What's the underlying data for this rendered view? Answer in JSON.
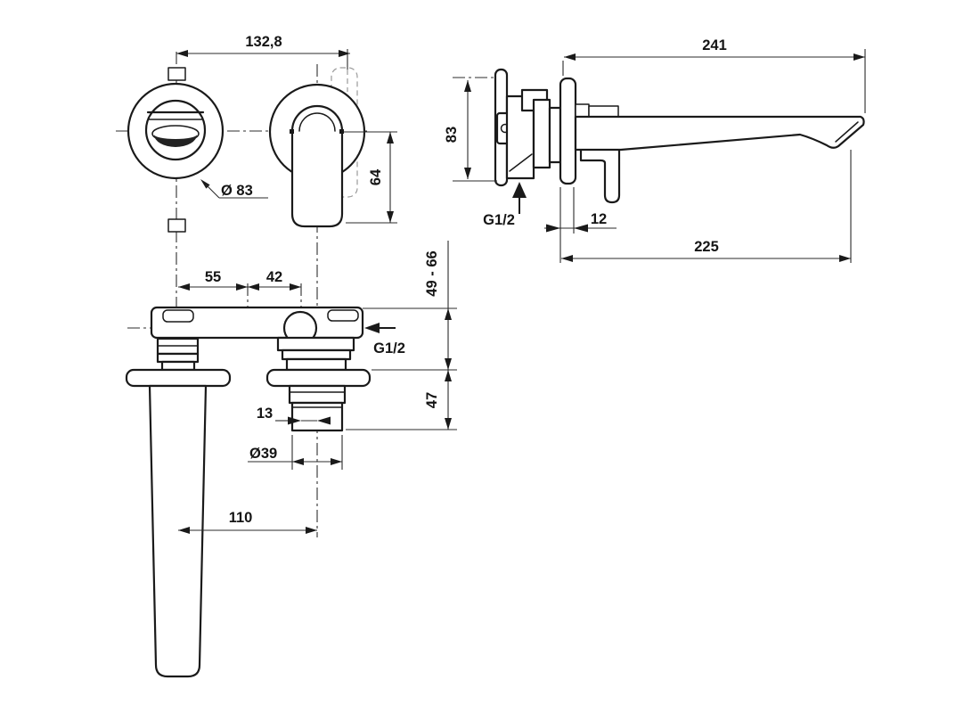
{
  "colors": {
    "background": "#ffffff",
    "line": "#1a1a1a",
    "dimension": "#2b2b2b",
    "centerline": "#2e2e2e",
    "ghost": "#9a9a9a"
  },
  "front_view": {
    "dim_center_spacing": "132,8",
    "dim_escutcheon_diameter": "Ø 83",
    "dim_handle_drop": "64"
  },
  "side_view": {
    "dim_total_length": "241",
    "dim_body_height": "83",
    "thread_label": "G1/2",
    "dim_plate_thickness": "12",
    "dim_spout_projection": "225"
  },
  "top_view": {
    "dim_spout_offset": "55",
    "dim_cartridge_offset": "42",
    "dim_mounting_depth_range": "49 - 66",
    "thread_label": "G1/2",
    "dim_depth_below": "47",
    "dim_axis_offset": "13",
    "dim_outlet_diameter": "Ø39",
    "dim_spout_length": "110"
  }
}
